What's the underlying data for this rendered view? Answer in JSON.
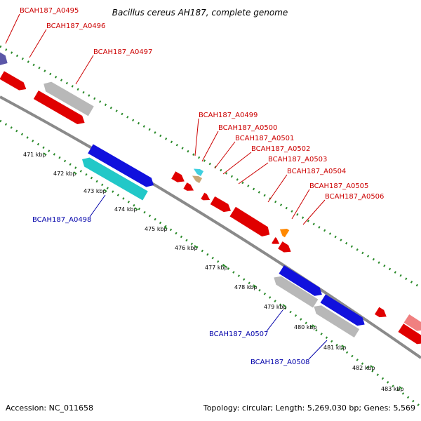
{
  "title": "Bacillus cereus AH187, complete genome",
  "footer": {
    "accession": "Accession: NC_011658",
    "summary": "Topology: circular; Length: 5,269,030 bp; Genes: 5,569"
  },
  "colors": {
    "forward_label": "#cc0000",
    "reverse_label": "#0000aa",
    "backbone": "#8a8a8a",
    "tick_dots": "#2a8a2a"
  },
  "scale_labels": [
    "471 kbp",
    "472 kbp",
    "473 kbp",
    "474 kbp",
    "475 kbp",
    "476 kbp",
    "477 kbp",
    "478 kbp",
    "479 kbp",
    "480 kbp",
    "481 kbp",
    "482 kbp",
    "483 kbp"
  ],
  "forward_genes": [
    {
      "label": "BCAH187_A0495"
    },
    {
      "label": "BCAH187_A0496"
    },
    {
      "label": "BCAH187_A0497"
    },
    {
      "label": "BCAH187_A0499"
    },
    {
      "label": "BCAH187_A0500"
    },
    {
      "label": "BCAH187_A0501"
    },
    {
      "label": "BCAH187_A0502"
    },
    {
      "label": "BCAH187_A0503"
    },
    {
      "label": "BCAH187_A0504"
    },
    {
      "label": "BCAH187_A0505"
    },
    {
      "label": "BCAH187_A0506"
    }
  ],
  "reverse_genes": [
    {
      "label": "BCAH187_A0498"
    },
    {
      "label": "BCAH187_A0507"
    },
    {
      "label": "BCAH187_A0508"
    }
  ]
}
